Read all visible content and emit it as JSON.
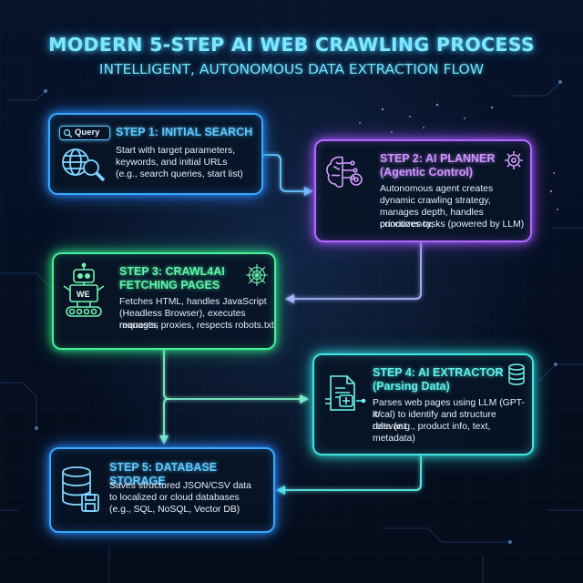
{
  "header": {
    "title": "MODERN 5-STEP AI WEB CRAWLING PROCESS",
    "subtitle": "INTELLIGENT, AUTONOMOUS DATA EXTRACTION FLOW"
  },
  "steps": [
    {
      "title_line1": "STEP 1: INITIAL SEARCH",
      "body": [
        "Start with target parameters,",
        "keywords, and initial URLs",
        "(e.g., search queries, start list)"
      ],
      "icon_label": "Query",
      "icon": "globe-magnifier-icon",
      "color": "#38a9ff"
    },
    {
      "title_line1": "STEP 2: AI PLANNER",
      "title_line2": "(Agentic Control)",
      "body": [
        "Autonomous agent creates",
        "dynamic crawling strategy,",
        "manages depth, handles concurrency,",
        "prioritizes tasks (powered by LLM)"
      ],
      "icon": "brain-circuit-icon",
      "side_icon": "gear-icon",
      "color": "#b26bff"
    },
    {
      "title_line1": "STEP 3: CRAWL4AI",
      "title_line2": "FETCHING PAGES",
      "body": [
        "Fetches HTML, handles JavaScript",
        "(Headless Browser), executes requests,",
        "manages proxies, respects robots.txt"
      ],
      "icon_label": "WE",
      "icon": "robot-icon",
      "side_icon": "spider-web-icon",
      "color": "#46f09b"
    },
    {
      "title_line1": "STEP 4: AI EXTRACTOR",
      "title_line2": "(Parsing Data)",
      "body": [
        "Parses web pages using LLM (GPT-4/",
        "local) to identify and structure relevant",
        "data (e.g., product info, text, metadata)"
      ],
      "icon": "document-parse-icon",
      "side_icon": "database-icon",
      "color": "#3fe6e0"
    },
    {
      "title_line1": "STEP 5: DATABASE STORAGE",
      "body": [
        "Saves structured JSON/CSV data",
        "to localized or cloud databases",
        "(e.g., SQL, NoSQL, Vector DB)"
      ],
      "icon": "database-save-icon",
      "color": "#38a9ff"
    }
  ]
}
